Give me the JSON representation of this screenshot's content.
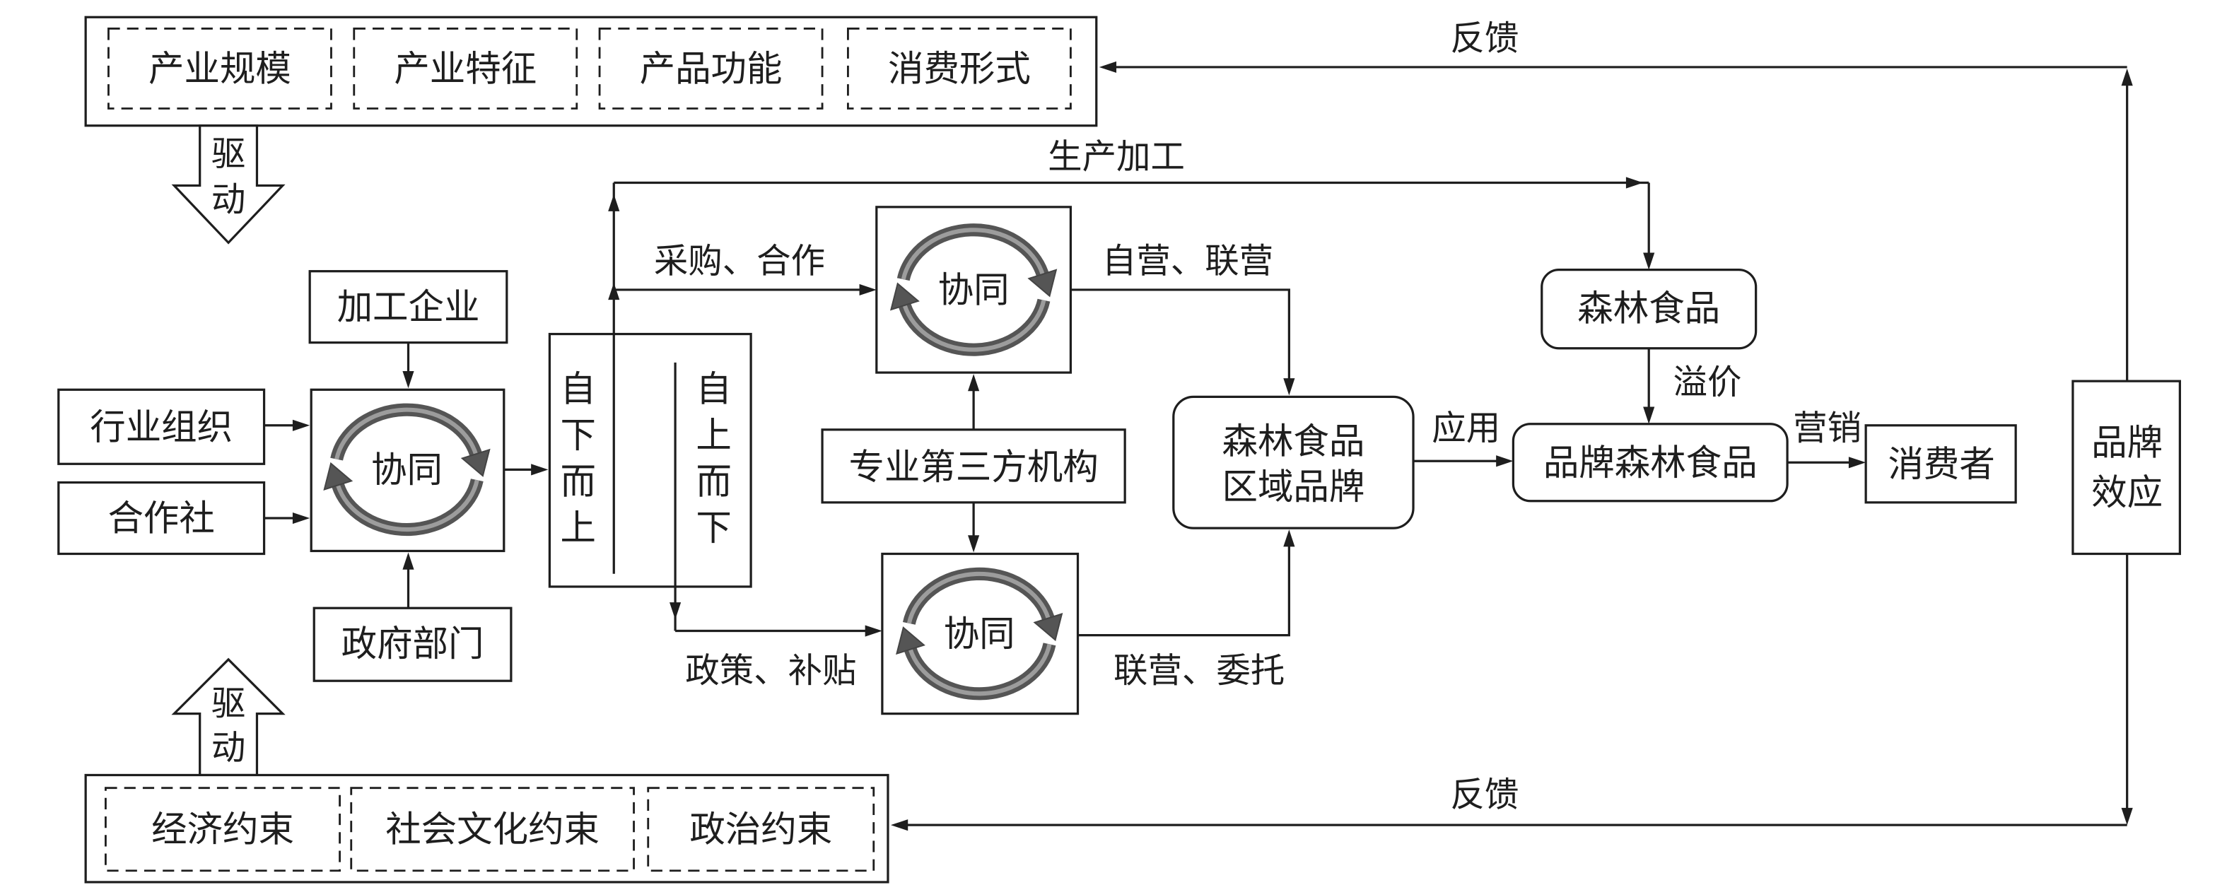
{
  "top_factors": {
    "items": [
      "产业规模",
      "产业特征",
      "产品功能",
      "消费形式"
    ]
  },
  "top_drive": "驱动",
  "feedback_top": "反馈",
  "feedback_bottom": "反馈",
  "constraints": {
    "items": [
      "经济约束",
      "社会文化约束",
      "政治约束"
    ]
  },
  "bottom_drive": "驱动",
  "actors": {
    "processing": "加工企业",
    "industry_org": "行业组织",
    "cooperative": "合作社",
    "government": "政府部门"
  },
  "synergy": {
    "left": "协同",
    "top": "协同",
    "bottom": "协同"
  },
  "direction": {
    "bottom_up": "自下而上",
    "top_down": "自上而下"
  },
  "flows": {
    "production": "生产加工",
    "purchase": "采购、合作",
    "policy": "政策、补贴",
    "self_run": "自营、联营",
    "joint": "联营、委托",
    "apply": "应用",
    "premium": "溢价",
    "marketing": "营销"
  },
  "third_party": "专业第三方机构",
  "regional_brand": [
    "森林食品",
    "区域品牌"
  ],
  "forest_food": "森林食品",
  "branded_food": "品牌森林食品",
  "consumer": "消费者",
  "brand_effect": [
    "品牌",
    "效应"
  ]
}
